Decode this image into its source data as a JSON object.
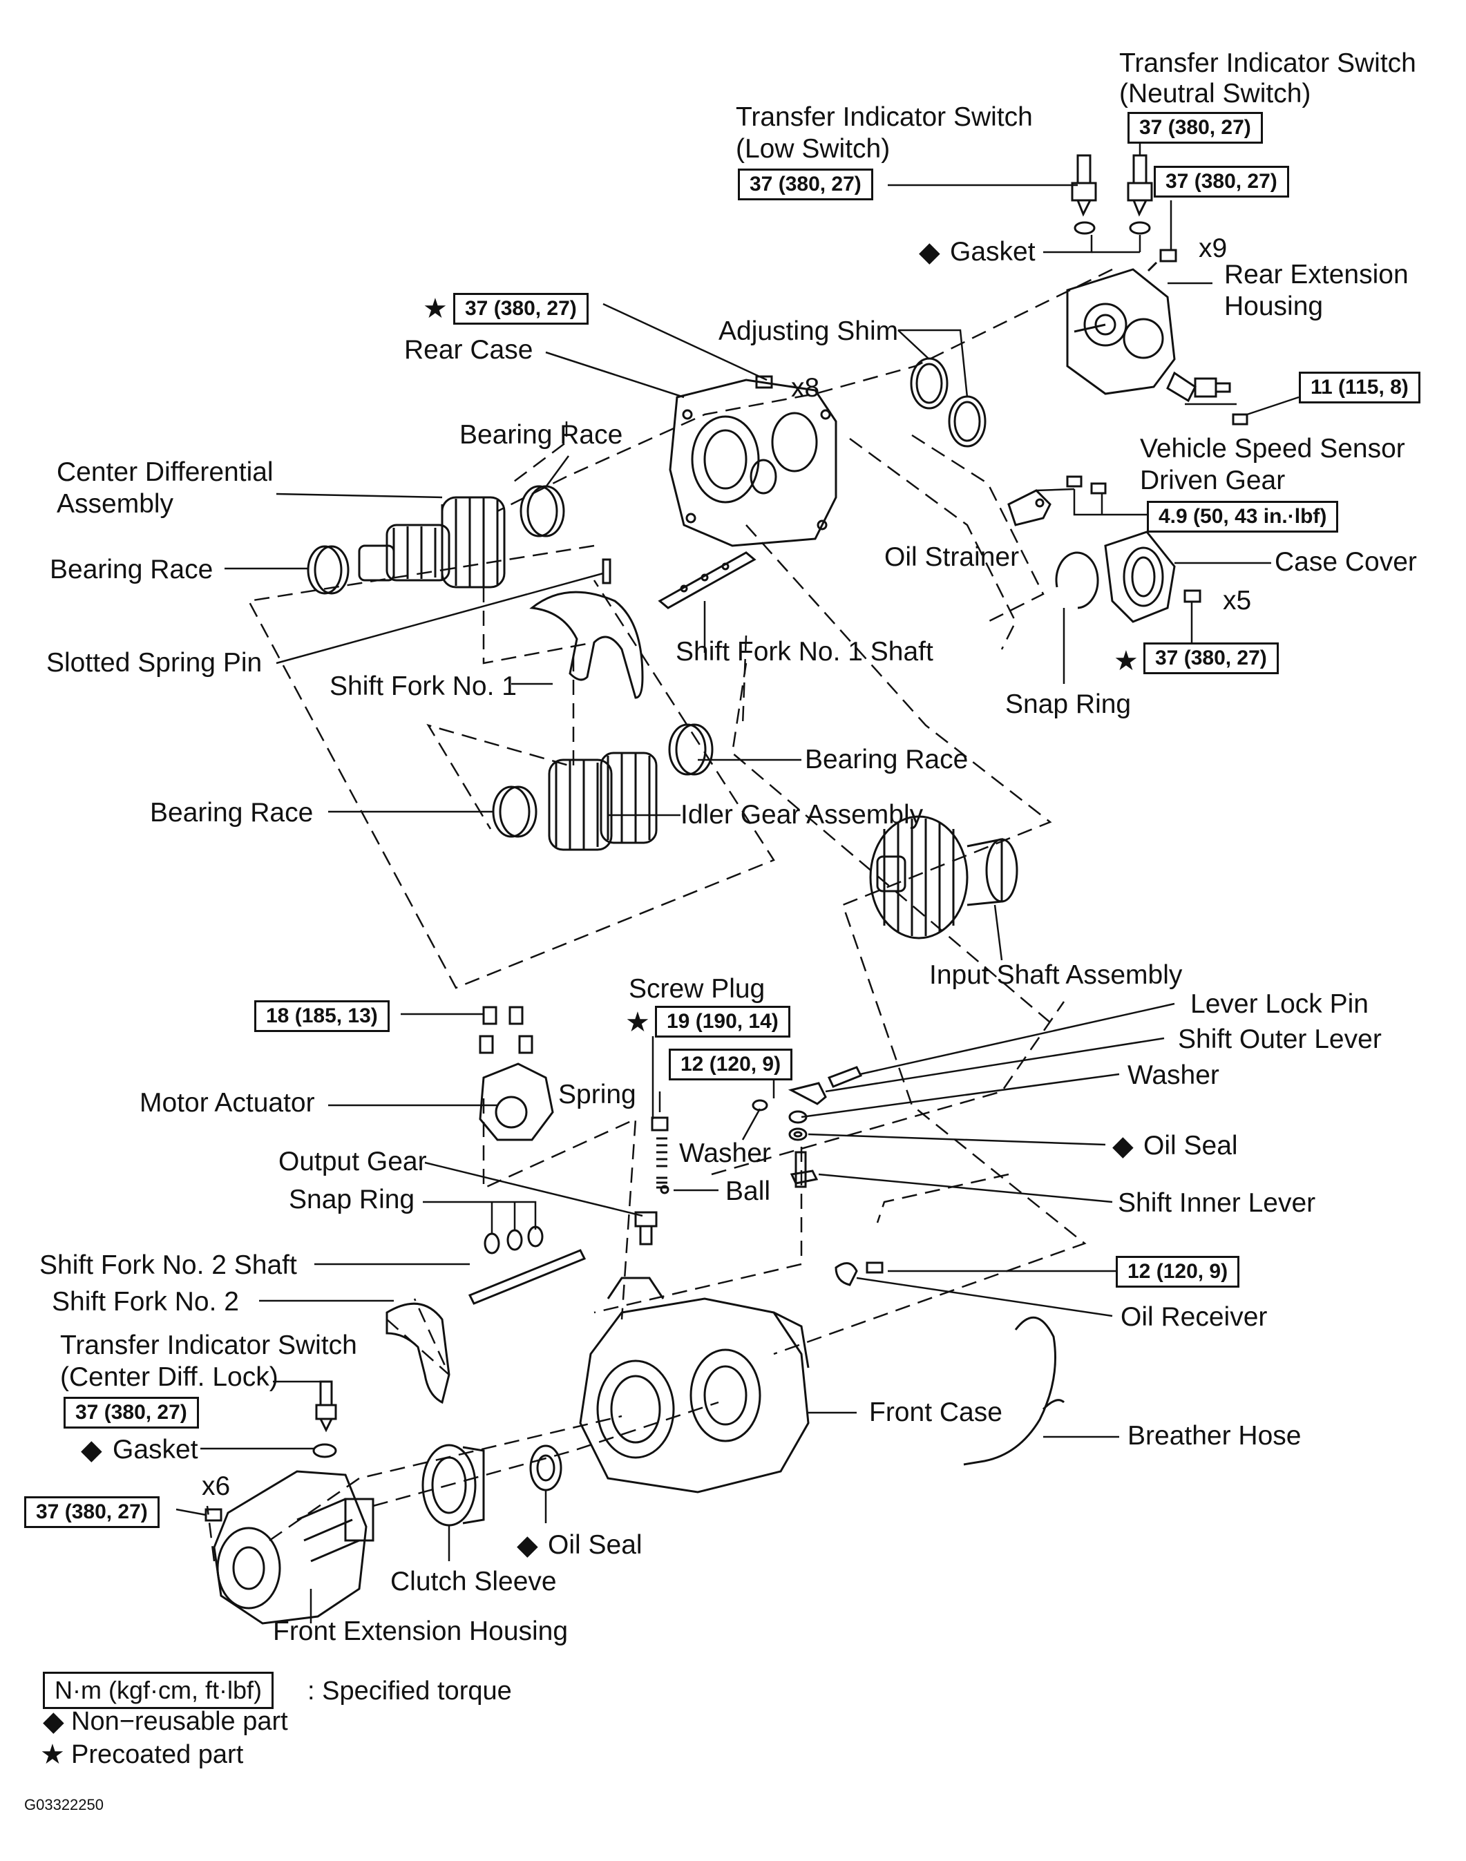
{
  "labels": {
    "transfer_indicator_low": "Transfer Indicator Switch",
    "transfer_indicator_low_sub": "(Low Switch)",
    "transfer_indicator_neutral": "Transfer Indicator Switch",
    "transfer_indicator_neutral_sub": "(Neutral Switch)",
    "gasket_top": "Gasket",
    "x9": "x9",
    "rear_extension_housing_1": "Rear Extension",
    "rear_extension_housing_2": "Housing",
    "rear_case": "Rear Case",
    "adjusting_shim": "Adjusting Shim",
    "x8": "x8",
    "bearing_race_1": "Bearing Race",
    "center_differential_1": "Center Differential",
    "center_differential_2": "Assembly",
    "bearing_race_2": "Bearing Race",
    "vehicle_speed_sensor_1": "Vehicle Speed Sensor",
    "vehicle_speed_sensor_2": "Driven Gear",
    "oil_strainer": "Oil Strainer",
    "case_cover": "Case Cover",
    "x5": "x5",
    "slotted_spring_pin": "Slotted Spring Pin",
    "shift_fork_no1_shaft": "Shift Fork No. 1 Shaft",
    "shift_fork_no1": "Shift Fork No. 1",
    "snap_ring_top": "Snap Ring",
    "bearing_race_3": "Bearing Race",
    "bearing_race_4": "Bearing Race",
    "idler_gear_assembly": "Idler Gear Assembly",
    "input_shaft_assembly": "Input Shaft Assembly",
    "screw_plug": "Screw Plug",
    "lever_lock_pin": "Lever Lock Pin",
    "shift_outer_lever": "Shift Outer Lever",
    "washer_right": "Washer",
    "motor_actuator": "Motor Actuator",
    "spring": "Spring",
    "oil_seal_right": "Oil Seal",
    "washer_mid": "Washer",
    "output_gear": "Output Gear",
    "ball": "Ball",
    "shift_inner_lever": "Shift Inner Lever",
    "snap_ring_bottom": "Snap Ring",
    "shift_fork_no2_shaft": "Shift Fork No. 2 Shaft",
    "shift_fork_no2": "Shift Fork No. 2",
    "oil_receiver": "Oil Receiver",
    "transfer_indicator_cdl": "Transfer Indicator Switch",
    "transfer_indicator_cdl_sub": "(Center Diff. Lock)",
    "front_case": "Front Case",
    "breather_hose": "Breather Hose",
    "gasket_bottom": "Gasket",
    "x6": "x6",
    "oil_seal_bottom": "Oil Seal",
    "clutch_sleeve": "Clutch Sleeve",
    "front_extension_housing": "Front Extension Housing"
  },
  "torques": {
    "low_switch": "37 (380, 27)",
    "neutral_switch": "37 (380, 27)",
    "rear_ext_bolts": "37 (380, 27)",
    "rear_case_bolts": "37 (380, 27)",
    "speed_sensor": "11 (115, 8)",
    "oil_strainer": "4.9 (50, 43 in.·lbf)",
    "case_cover": "37 (380, 27)",
    "motor_actuator": "18 (185, 13)",
    "screw_plug": "19 (190, 14)",
    "shift_lever_nut": "12 (120, 9)",
    "oil_receiver": "12 (120, 9)",
    "center_diff_switch": "37 (380, 27)",
    "front_ext_bolts": "37 (380, 27)"
  },
  "symbols": {
    "nonreusable": "◆",
    "precoated": "★"
  },
  "legend": {
    "torque_unit": "N·m (kgf·cm, ft·lbf)",
    "torque_desc": ": Specified torque",
    "nonreusable_desc": "Non−reusable part",
    "precoated_desc": "Precoated part"
  },
  "figure_code": "G03322250",
  "colors": {
    "ink": "#111111",
    "paper": "#ffffff"
  }
}
